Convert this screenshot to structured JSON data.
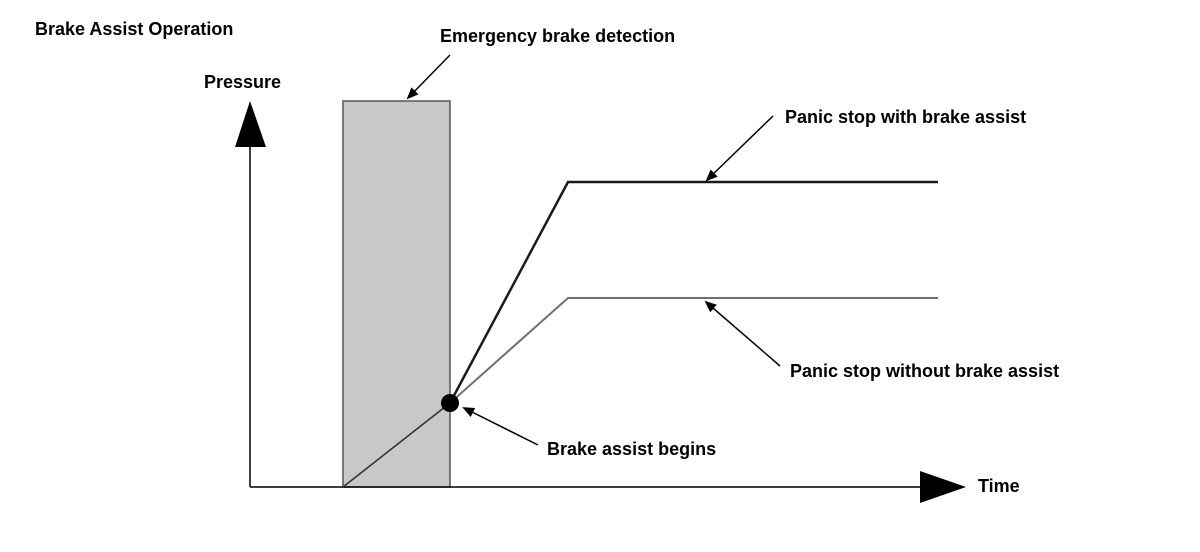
{
  "diagram": {
    "title": "Brake Assist Operation",
    "y_axis_label": "Pressure",
    "x_axis_label": "Time",
    "detection_window_label": "Emergency brake detection",
    "with_assist_label": "Panic stop with brake assist",
    "without_assist_label": "Panic stop without brake assist",
    "assist_begins_label": "Brake assist begins"
  },
  "colors": {
    "detection_fill": "#c8c8c8",
    "with_assist_line": "#1a1a1a",
    "without_assist_line": "#707070",
    "axis": "#000000"
  }
}
